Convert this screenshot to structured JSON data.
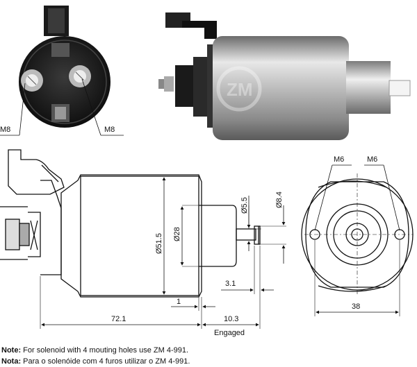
{
  "diagram": {
    "labels": {
      "m8_left": "M8",
      "m8_right": "M8",
      "m6_left": "M6",
      "m6_right": "M6",
      "d51_5": "Ø51.5",
      "d28": "Ø28",
      "d5_5": "Ø5.5",
      "d8_4": "Ø8.4",
      "len_72_1": "72.1",
      "len_10_3": "10.3",
      "engaged": "Engaged",
      "len_1": "1",
      "len_3_1": "3.1",
      "len_38": "38"
    },
    "photo_watermark": "ZM"
  },
  "notes": [
    {
      "label": "Note:",
      "text": "For solenoid with 4 mouting holes use ZM 4-991."
    },
    {
      "label": "Nota:",
      "text": "Para o solenóide com 4 furos utilizar o ZM 4-991."
    }
  ]
}
